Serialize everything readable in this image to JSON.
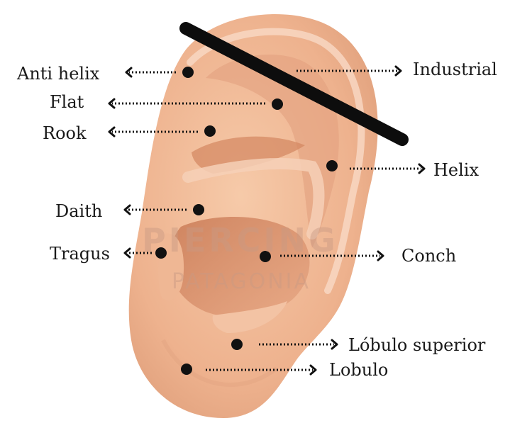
{
  "colors": {
    "skin": "#f0b896",
    "skin_light": "#f7d0b6",
    "skin_shadow": "#d98b66",
    "skin_deep": "#b96a48",
    "dot": "#111111",
    "bar": "#0d0d0d",
    "text": "#1a1a1a",
    "watermark": "#c99a84"
  },
  "watermark": {
    "line1": "PIERCING",
    "line2": "PATAGONIA"
  },
  "piercings": [
    {
      "id": "anti-helix",
      "label": "Anti helix"
    },
    {
      "id": "flat",
      "label": "Flat"
    },
    {
      "id": "rook",
      "label": "Rook"
    },
    {
      "id": "daith",
      "label": "Daith"
    },
    {
      "id": "tragus",
      "label": "Tragus"
    },
    {
      "id": "industrial",
      "label": "Industrial"
    },
    {
      "id": "helix",
      "label": "Helix"
    },
    {
      "id": "conch",
      "label": "Conch"
    },
    {
      "id": "lobulo-superior",
      "label": "Lóbulo superior"
    },
    {
      "id": "lobulo",
      "label": "Lobulo"
    }
  ]
}
